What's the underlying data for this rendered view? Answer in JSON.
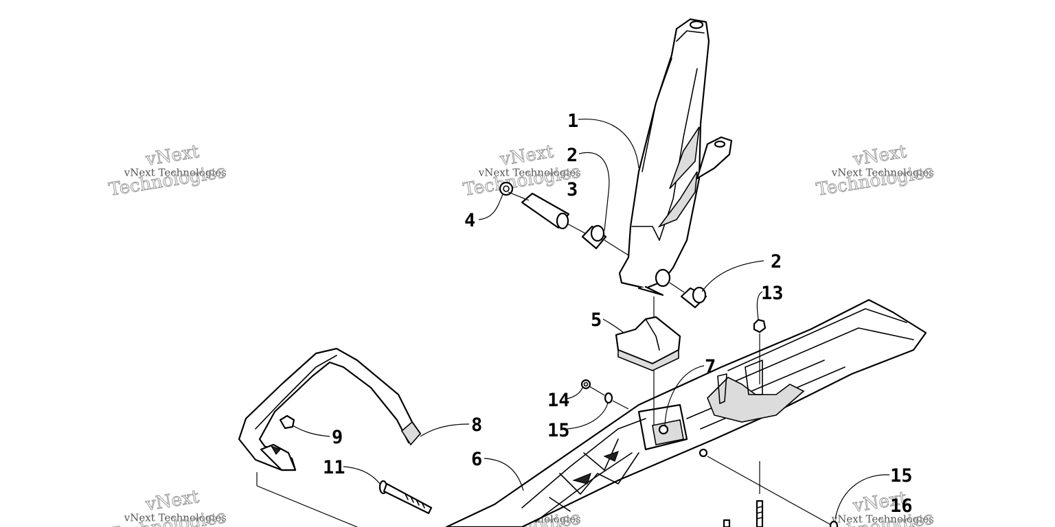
{
  "callouts": [
    {
      "label": "1"
    },
    {
      "label": "2"
    },
    {
      "label": "3"
    },
    {
      "label": "4"
    },
    {
      "label": "2"
    },
    {
      "label": "13"
    },
    {
      "label": "5"
    },
    {
      "label": "7"
    },
    {
      "label": "14"
    },
    {
      "label": "15"
    },
    {
      "label": "8"
    },
    {
      "label": "9"
    },
    {
      "label": "6"
    },
    {
      "label": "11"
    },
    {
      "label": "15"
    },
    {
      "label": "16"
    }
  ],
  "watermark": {
    "line1": "vNext Technologies",
    "line2a": "vNext",
    "line2b": "Technologies"
  },
  "colors": {
    "ink": "#000000",
    "background": "#ffffff",
    "watermark": "#9a9a9a"
  }
}
